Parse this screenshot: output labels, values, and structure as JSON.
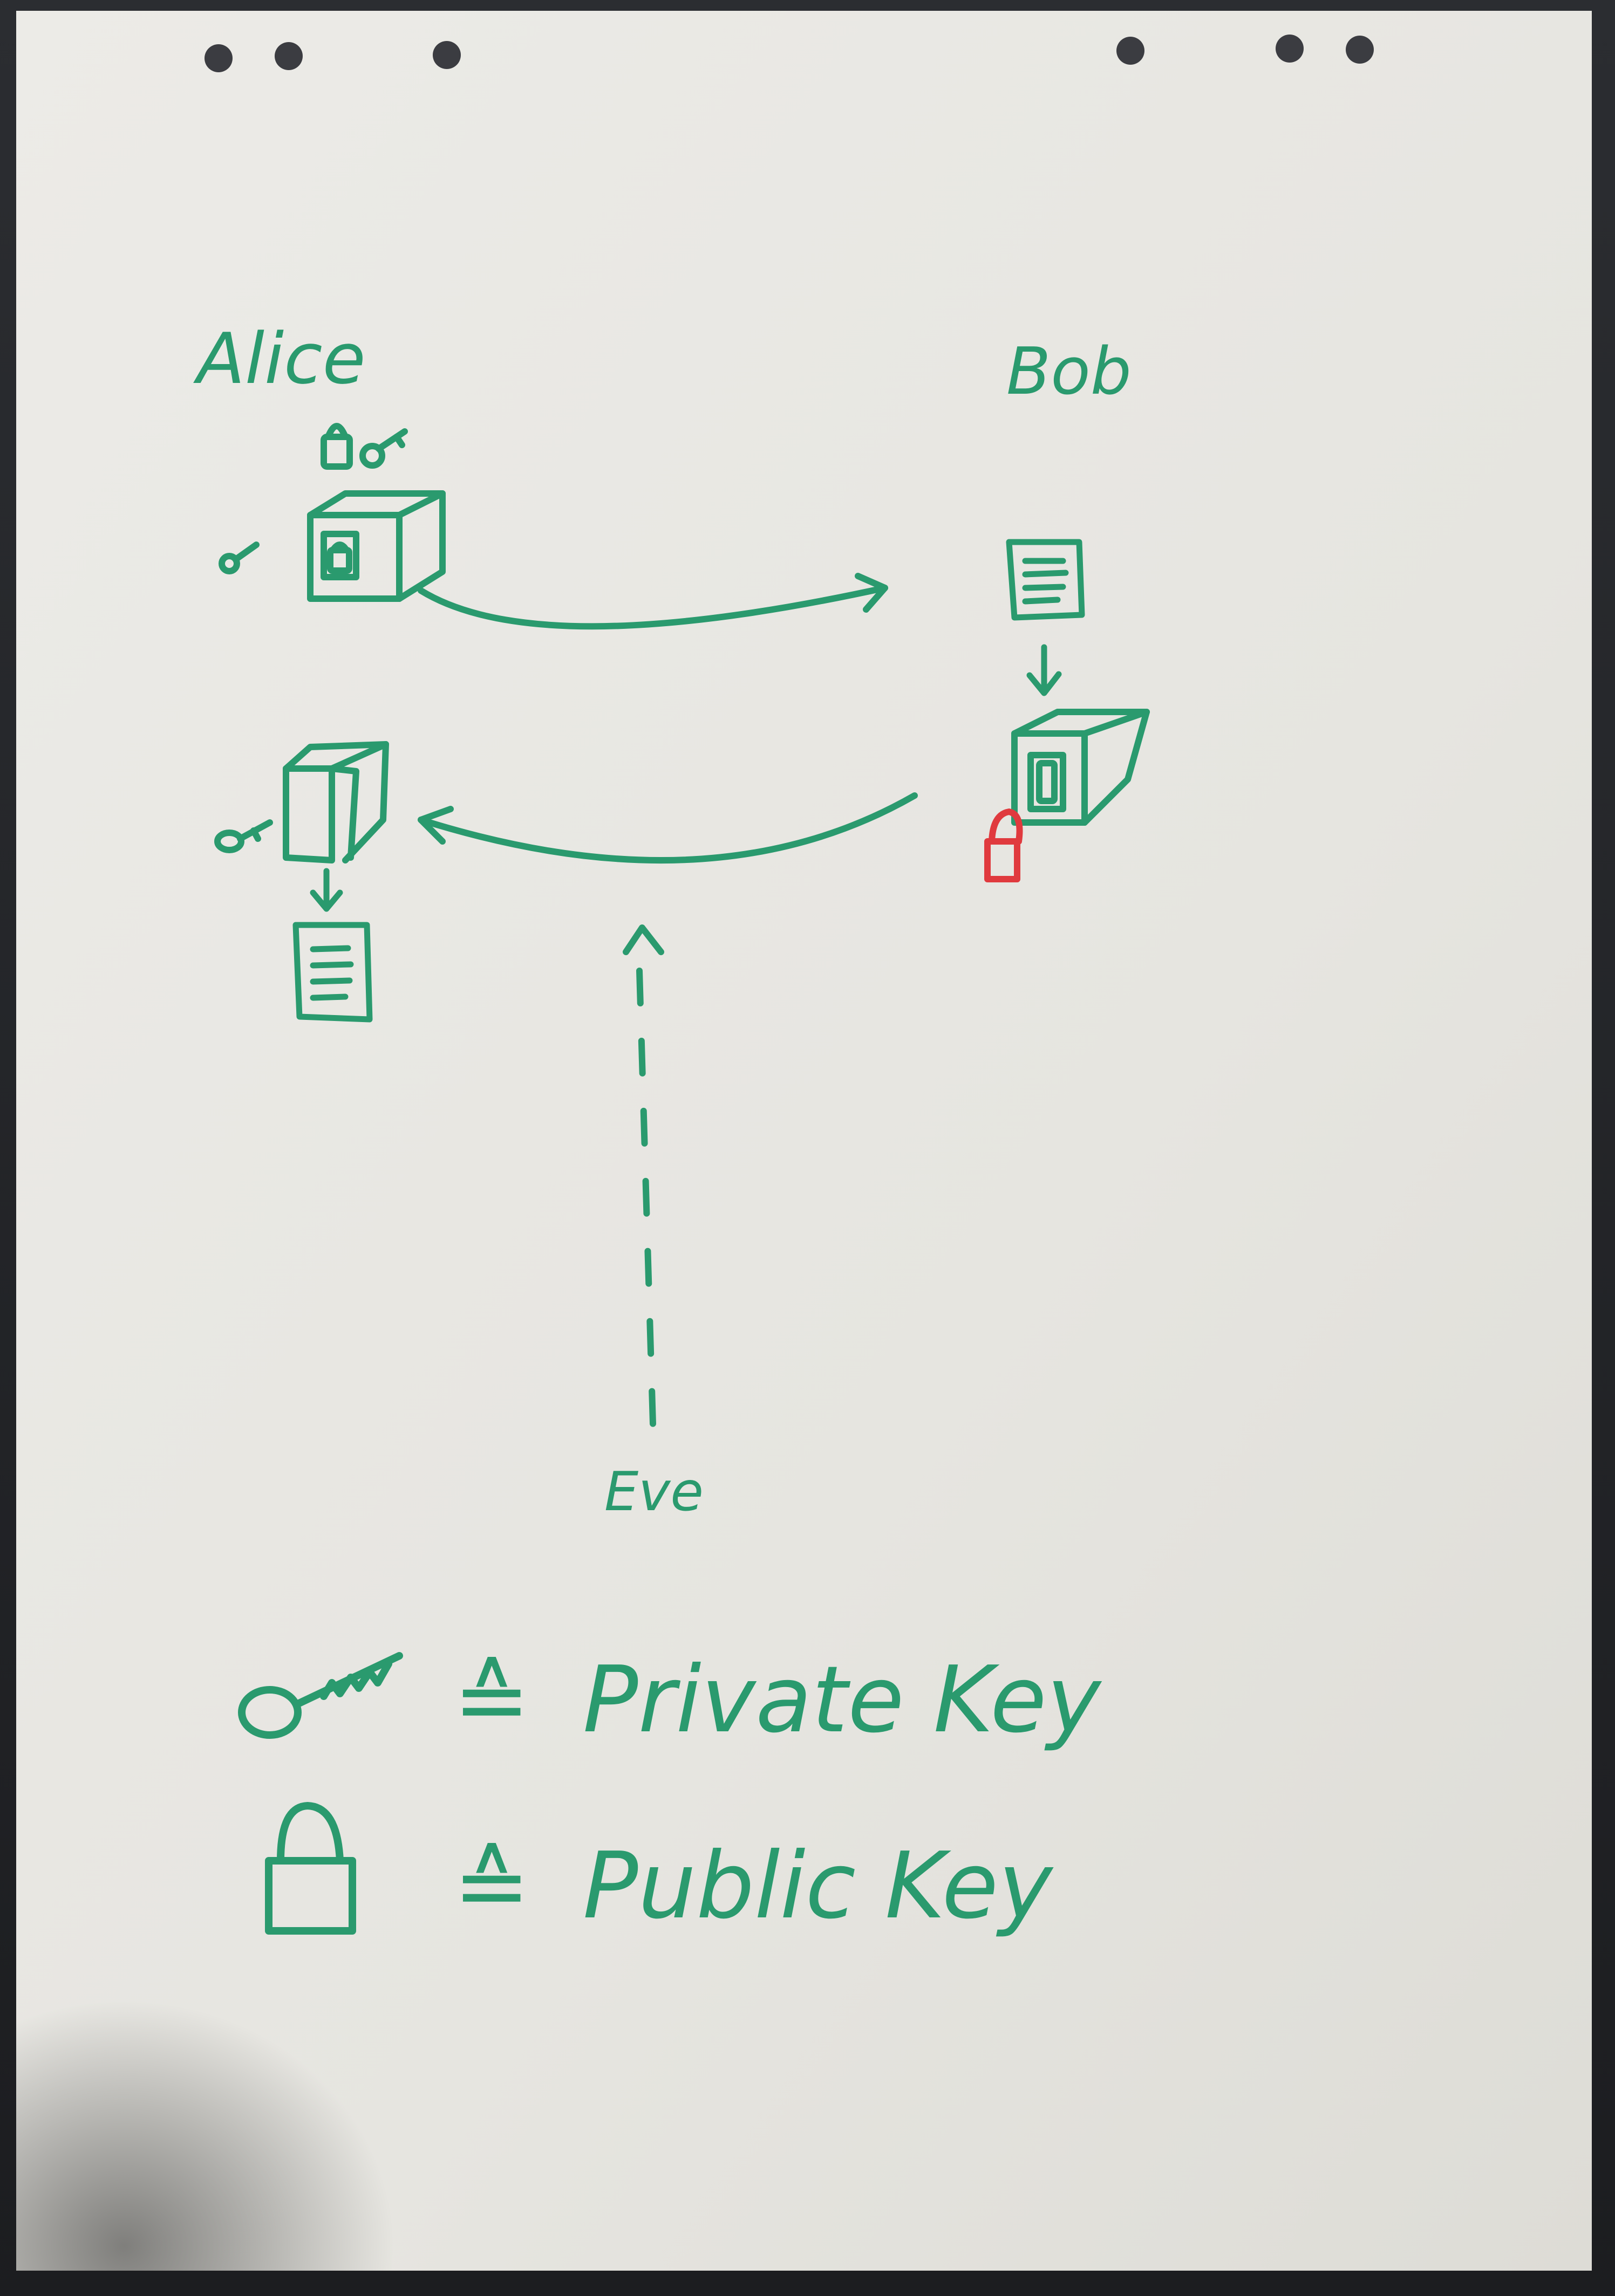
{
  "diagram": {
    "labels": {
      "alice": "Alice",
      "bob": "Bob",
      "eve": "Eve"
    },
    "legend": {
      "private_key": "Private Key",
      "public_key": "Public Key",
      "relation_symbol": "≙"
    },
    "colors": {
      "paper": "#e7e6e1",
      "ink_green": "#2a9a6e",
      "ink_red": "#e03a3e",
      "background": "#26282c"
    },
    "icons": [
      "padlock-icon",
      "key-icon",
      "safe-box-icon",
      "document-icon",
      "arrow-icon"
    ]
  }
}
